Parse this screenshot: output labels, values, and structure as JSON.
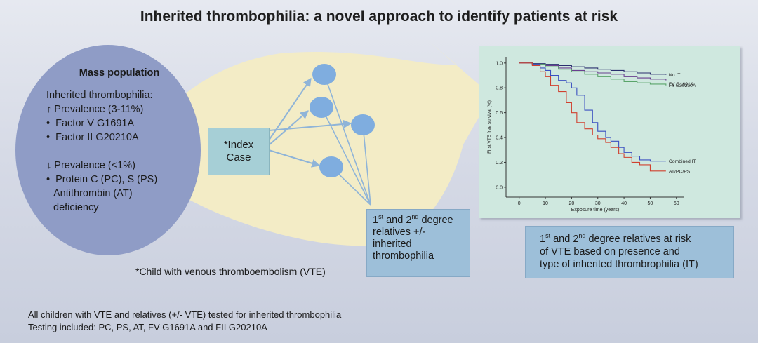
{
  "title": "Inherited thrombophilia: a novel approach to identify patients at risk",
  "mass_population": {
    "heading": "Mass population",
    "intro": "Inherited thrombophilia:",
    "high_prevalence_arrow": "↑",
    "high_prevalence": "Prevalence (3-11%)",
    "high_items": [
      "Factor V G1691A",
      "Factor II G20210A"
    ],
    "low_prevalence_arrow": "↓",
    "low_prevalence": "Prevalence (<1%)",
    "low_items": [
      "Protein C (PC), S (PS)",
      "Antithrombin (AT)",
      "deficiency"
    ]
  },
  "index_case": {
    "line1": "*Index",
    "line2": "Case"
  },
  "relatives_box": {
    "n1": "1",
    "sup1": "st",
    "and": " and 2",
    "sup2": "nd",
    "rest1": " degree",
    "line2": "relatives +/-",
    "line3": "inherited",
    "line4": "thrombophilia"
  },
  "risk_box": {
    "n1": "1",
    "sup1": "st",
    "and": " and 2",
    "sup2": "nd",
    "rest1": " degree relatives at risk",
    "line2": "of VTE based on presence and",
    "line3": "type of inherited thrombrophilia (IT)"
  },
  "child_note": "*Child with venous thromboembolism (VTE)",
  "footer": {
    "line1": "All children with VTE and relatives (+/- VTE) tested for inherited thrombophilia",
    "line2": "Testing included: PC, PS, AT, FV G1691A and FII G20210A"
  },
  "colors": {
    "oval": "#8f9cc6",
    "leaf": "#f3ecc6",
    "node": "#7faddf",
    "arrow_line": "#8fb4d8",
    "chart_bg": "#cfe8df",
    "no_it": "#2b2e6e",
    "fv": "#6a3f8f",
    "fii": "#5aa46a",
    "combined": "#3a4fc0",
    "at_pc_ps": "#d0402f"
  },
  "chart_data": {
    "type": "line",
    "title": "",
    "xlabel": "Exposure time (years)",
    "ylabel": "First VTE free survival (%)",
    "xlim": [
      -5,
      63
    ],
    "ylim": [
      -0.08,
      1.05
    ],
    "xticks": [
      0,
      10,
      20,
      30,
      40,
      50,
      60
    ],
    "yticks": [
      0.0,
      0.2,
      0.4,
      0.6,
      0.8,
      1.0
    ],
    "ytick_labels": [
      "0.0",
      "0.2",
      "0.4",
      "0.6",
      "0.8",
      "1.0"
    ],
    "series": [
      {
        "name": "No IT",
        "color": "#2b2e6e",
        "x": [
          0,
          5,
          10,
          15,
          20,
          25,
          30,
          35,
          40,
          45,
          50,
          56
        ],
        "y": [
          1.0,
          0.995,
          0.99,
          0.98,
          0.97,
          0.96,
          0.95,
          0.94,
          0.93,
          0.92,
          0.91,
          0.905
        ]
      },
      {
        "name": "FV G1691A",
        "color": "#6a3f8f",
        "x": [
          0,
          5,
          10,
          15,
          20,
          25,
          30,
          35,
          40,
          45,
          50,
          56
        ],
        "y": [
          1.0,
          0.99,
          0.98,
          0.96,
          0.94,
          0.93,
          0.92,
          0.91,
          0.89,
          0.88,
          0.87,
          0.86
        ]
      },
      {
        "name": "FII G20210A",
        "color": "#5aa46a",
        "x": [
          0,
          5,
          10,
          15,
          20,
          25,
          30,
          35,
          40,
          45,
          50,
          56
        ],
        "y": [
          1.0,
          0.99,
          0.97,
          0.95,
          0.93,
          0.91,
          0.89,
          0.87,
          0.85,
          0.84,
          0.83,
          0.82
        ]
      },
      {
        "name": "Combined IT",
        "color": "#3a4fc0",
        "x": [
          0,
          5,
          8,
          10,
          12,
          15,
          18,
          20,
          22,
          25,
          28,
          30,
          33,
          35,
          38,
          40,
          43,
          46,
          50,
          56
        ],
        "y": [
          1.0,
          0.99,
          0.96,
          0.94,
          0.9,
          0.86,
          0.84,
          0.8,
          0.74,
          0.62,
          0.52,
          0.45,
          0.4,
          0.37,
          0.32,
          0.28,
          0.25,
          0.22,
          0.21,
          0.21
        ]
      },
      {
        "name": "AT/PC/PS",
        "color": "#d0402f",
        "x": [
          0,
          5,
          8,
          10,
          12,
          15,
          18,
          20,
          22,
          25,
          28,
          30,
          33,
          35,
          38,
          40,
          43,
          46,
          50,
          56
        ],
        "y": [
          1.0,
          0.98,
          0.93,
          0.89,
          0.82,
          0.77,
          0.68,
          0.6,
          0.52,
          0.47,
          0.42,
          0.39,
          0.36,
          0.32,
          0.27,
          0.24,
          0.2,
          0.18,
          0.13,
          0.13
        ]
      }
    ]
  }
}
